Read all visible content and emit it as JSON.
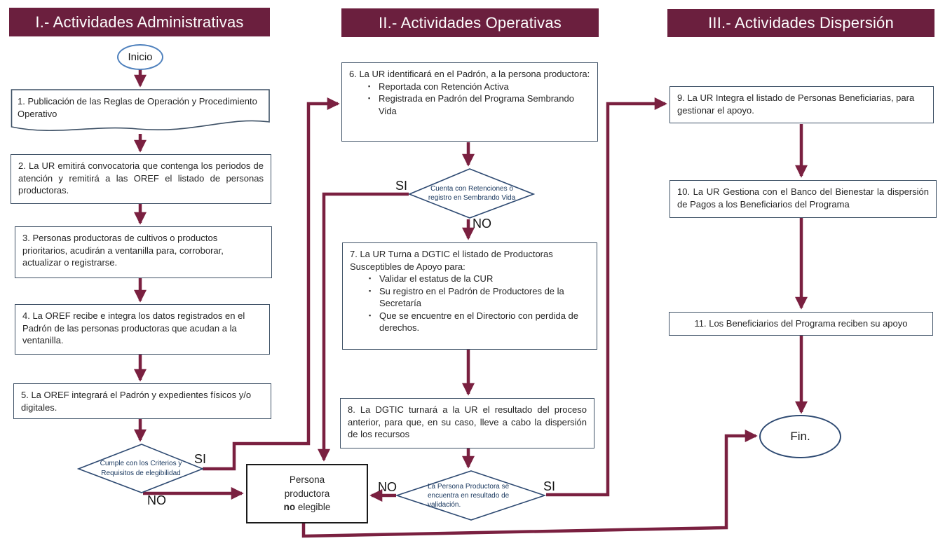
{
  "headers": [
    "I.- Actividades Administrativas",
    "II.- Actividades Operativas",
    "III.- Actividades Dispersión"
  ],
  "terminals": {
    "start": "Inicio",
    "end": "Fin."
  },
  "bullet_char": "▪",
  "steps": {
    "s1": {
      "text": "1. Publicación de las Reglas de Operación y Procedimiento Operativo"
    },
    "s2": {
      "text": "2. La UR emitirá convocatoria que contenga los periodos de atención y remitirá a las OREF el listado de personas productoras."
    },
    "s3": {
      "text": "3. Personas productoras de cultivos o productos prioritarios, acudirán a ventanilla para, corroborar, actualizar o registrarse."
    },
    "s4": {
      "text": "4. La OREF recibe e integra los datos registrados en el Padrón de las personas productoras que acudan a la ventanilla."
    },
    "s5": {
      "text": "5. La OREF integrará el Padrón y expedientes físicos y/o digitales."
    },
    "s6": {
      "intro": "6. La UR identificará en el Padrón, a la persona productora:",
      "bullets": [
        "Reportada con Retención Activa",
        "Registrada en Padrón del Programa Sembrando Vida"
      ]
    },
    "s7": {
      "intro": "7. La UR Turna a DGTIC el listado de Productoras Susceptibles de Apoyo para:",
      "bullets": [
        "Validar el estatus de la CUR",
        "Su registro en el Padrón de Productores de la Secretaría",
        "Que se encuentre en el Directorio con perdida de derechos."
      ]
    },
    "s8": {
      "text": "8. La DGTIC turnará a la UR el resultado del proceso anterior, para que, en su caso, lleve a cabo la dispersión de los recursos"
    },
    "s9": {
      "text": "9. La UR Integra el listado de Personas Beneficiarias, para gestionar el apoyo."
    },
    "s10": {
      "text": "10. La UR Gestiona con el Banco del Bienestar la dispersión de Pagos a los Beneficiarios del Programa"
    },
    "s11": {
      "text": "11. Los Beneficiarios del Programa reciben su apoyo"
    }
  },
  "decisions": {
    "d1": {
      "text": "Cumple con los Criterios y Requisitos de elegibilidad",
      "yes": "SI",
      "no": "NO"
    },
    "d2": {
      "text": "Cuenta con Retenciones o registro en Sembrando Vida",
      "yes": "SI",
      "no": "NO"
    },
    "d3": {
      "text": "La Persona Productora se encuentra en resultado de validación.",
      "yes": "SI",
      "no": "NO"
    }
  },
  "not_eligible": {
    "line1": "Persona",
    "line2": "productora",
    "bold": "no",
    "rest": " elegible"
  },
  "colors": {
    "header_bg": "#6b1f3e",
    "connector": "#7a2040",
    "box_border": "#3e5166",
    "diamond_border": "#2e4a72",
    "start_border": "#4f81bd",
    "end_border": "#2e4a72",
    "body_text": "#262626",
    "diamond_text": "#17365d"
  }
}
